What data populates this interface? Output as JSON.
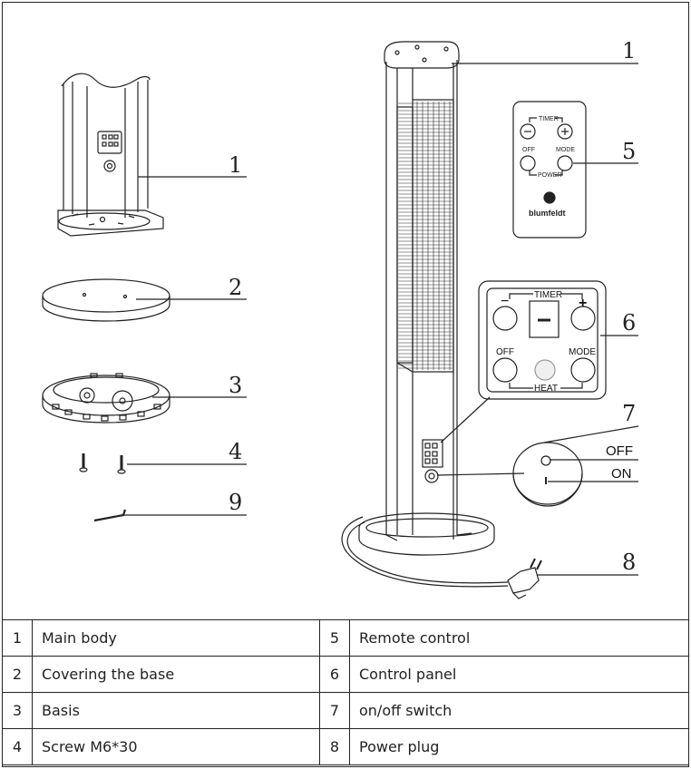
{
  "callouts": {
    "base_main_body": "1",
    "cover": "2",
    "basis": "3",
    "screws": "4",
    "allen_key": "9",
    "tower_main_body": "1",
    "remote": "5",
    "control_panel": "6",
    "switch": "7",
    "plug": "8"
  },
  "remote": {
    "timer": "TIMER",
    "off": "OFF",
    "mode": "MODE",
    "power": "POWER",
    "brand": "blumfeldt"
  },
  "panel": {
    "timer": "TIMER",
    "minus": "−",
    "plus": "+",
    "off": "OFF",
    "mode": "MODE",
    "heat": "HEAT"
  },
  "switch_labels": {
    "off": "OFF",
    "on": "ON"
  },
  "parts_table": {
    "rows": [
      {
        "num_a": "1",
        "name_a": "Main body",
        "num_b": "5",
        "name_b": "Remote control"
      },
      {
        "num_a": "2",
        "name_a": "Covering the base",
        "num_b": "6",
        "name_b": "Control panel"
      },
      {
        "num_a": "3",
        "name_a": "Basis",
        "num_b": "7",
        "name_b": "on/off switch"
      },
      {
        "num_a": "4",
        "name_a": "Screw M6*30",
        "num_b": "8",
        "name_b": "Power plug"
      }
    ]
  }
}
